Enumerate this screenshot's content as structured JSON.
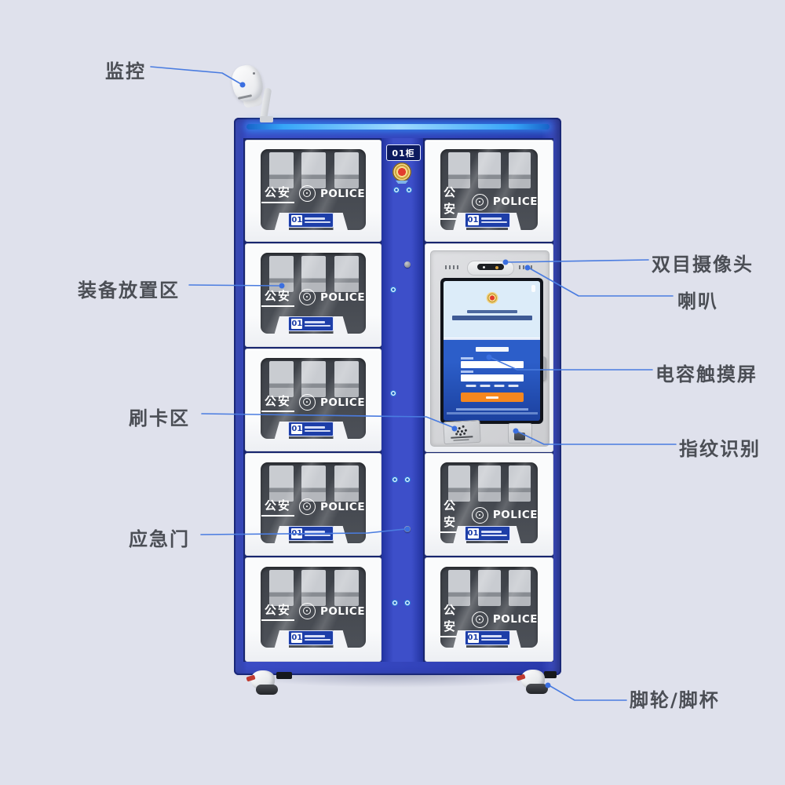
{
  "annotations": {
    "monitor": "监控",
    "equipment_area": "装备放置区",
    "card_swipe": "刷卡区",
    "emergency_door": "应急门",
    "binocular_camera": "双目摄像头",
    "speaker": "喇叭",
    "touch_screen": "电容触摸屏",
    "fingerprint": "指纹识别",
    "caster": "脚轮/脚杯"
  },
  "cabinet": {
    "unit_tag": "01柜",
    "door": {
      "text_cn": "公安",
      "text_en": "POLICE",
      "tag_number": "01"
    }
  },
  "colors": {
    "page_background": "#dfe1ec",
    "frame_blue": "#3445bd",
    "led_strip": "#36a5f8",
    "door_white": "#f6f7f9",
    "window_dark": "#43474e",
    "tag_blue": "#1d3ea8",
    "accent_orange": "#f5871f",
    "leader_line": "#4a7ce0",
    "label_text": "#4b4e55"
  }
}
